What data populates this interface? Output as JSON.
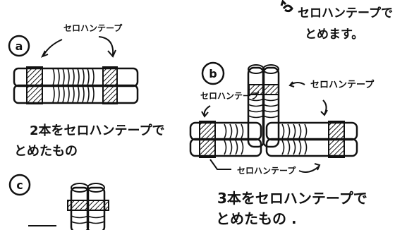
{
  "labels": {
    "a": "a",
    "b": "b",
    "c": "c"
  },
  "notes": {
    "top_right_line1": "セロハンテープで",
    "top_right_line2": "とめます。",
    "tape_a": "セロハンテープ",
    "tape_b_left": "セロハンテープ",
    "tape_b_right": "セロハンテープ",
    "tape_b_bottom": "セロハンテープ"
  },
  "captions": {
    "a_line1": "2本をセロハンテープで",
    "a_line2": "とめたもの",
    "b_line1": "3本をセロハンテープで",
    "b_line2": "とめたもの ."
  },
  "colors": {
    "ink": "#111111",
    "tape_hatch": "#111111",
    "paper": "#ffffff"
  }
}
